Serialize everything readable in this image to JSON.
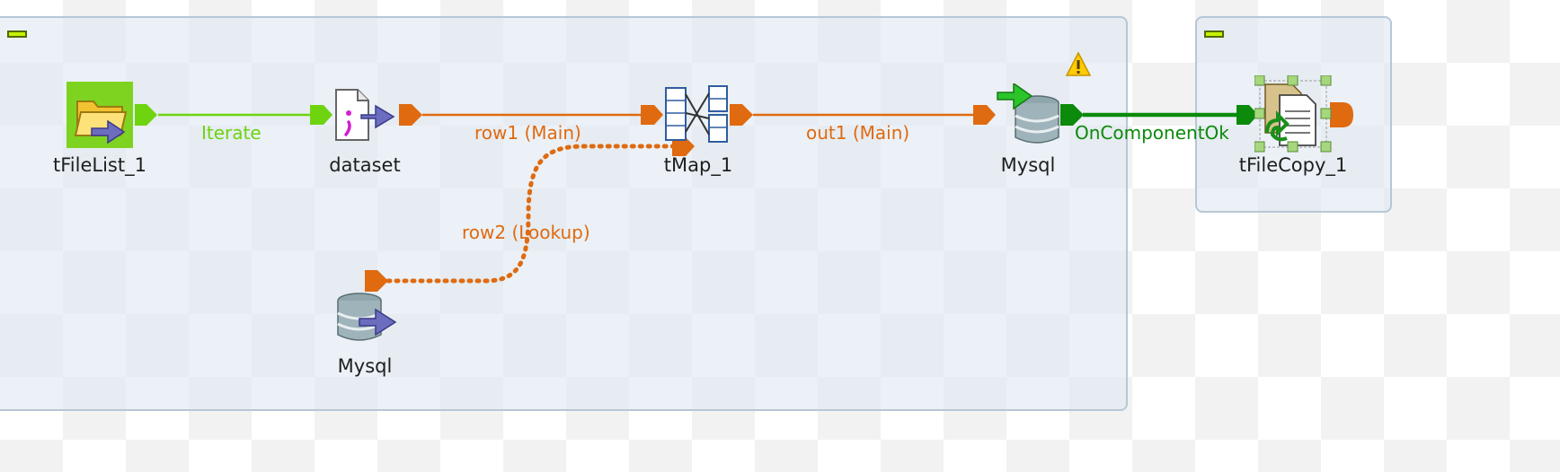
{
  "subjobs": [
    {
      "id": "main"
    },
    {
      "id": "copy"
    }
  ],
  "components": {
    "filelist": {
      "label": "tFileList_1"
    },
    "dataset": {
      "label": "dataset"
    },
    "tmap": {
      "label": "tMap_1"
    },
    "mysql_out": {
      "label": "Mysql",
      "warning_icon": "warning-triangle"
    },
    "mysql_in": {
      "label": "Mysql"
    },
    "filecopy": {
      "label": "tFileCopy_1"
    }
  },
  "links": {
    "iterate": {
      "label": "Iterate",
      "color": "#6ed410"
    },
    "row1": {
      "label": "row1 (Main)",
      "color": "#e06a10"
    },
    "out1": {
      "label": "out1 (Main)",
      "color": "#e06a10"
    },
    "row2": {
      "label": "row2 (Lookup)",
      "color": "#e06a10"
    },
    "on_ok": {
      "label": "OnComponentOk",
      "color": "#0b8a0b"
    }
  }
}
